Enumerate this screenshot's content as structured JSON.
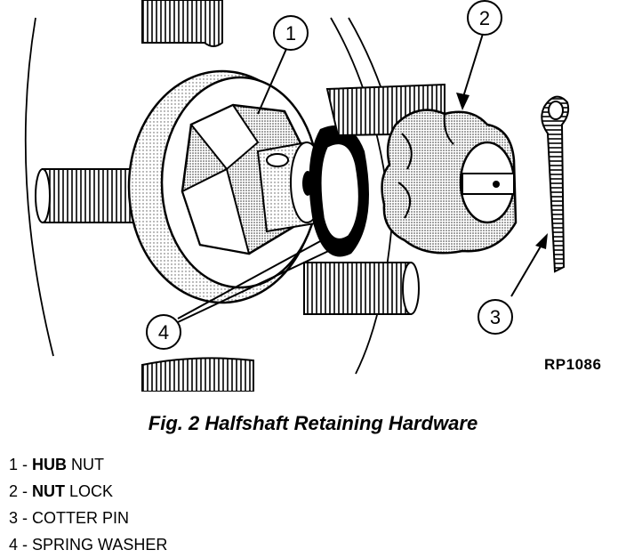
{
  "figure": {
    "reference_code": "RP1086",
    "callouts": [
      {
        "number": "1"
      },
      {
        "number": "2"
      },
      {
        "number": "3"
      },
      {
        "number": "4"
      }
    ]
  },
  "caption": "Fig. 2 Halfshaft Retaining Hardware",
  "legend": [
    {
      "prefix": "1 - ",
      "bold": "HUB",
      "rest": " NUT"
    },
    {
      "prefix": "2 - ",
      "bold": "NUT",
      "rest": " LOCK"
    },
    {
      "prefix": "3 - ",
      "bold": "",
      "rest": "COTTER PIN"
    },
    {
      "prefix": "4 - ",
      "bold": "",
      "rest": "SPRING WASHER"
    }
  ]
}
